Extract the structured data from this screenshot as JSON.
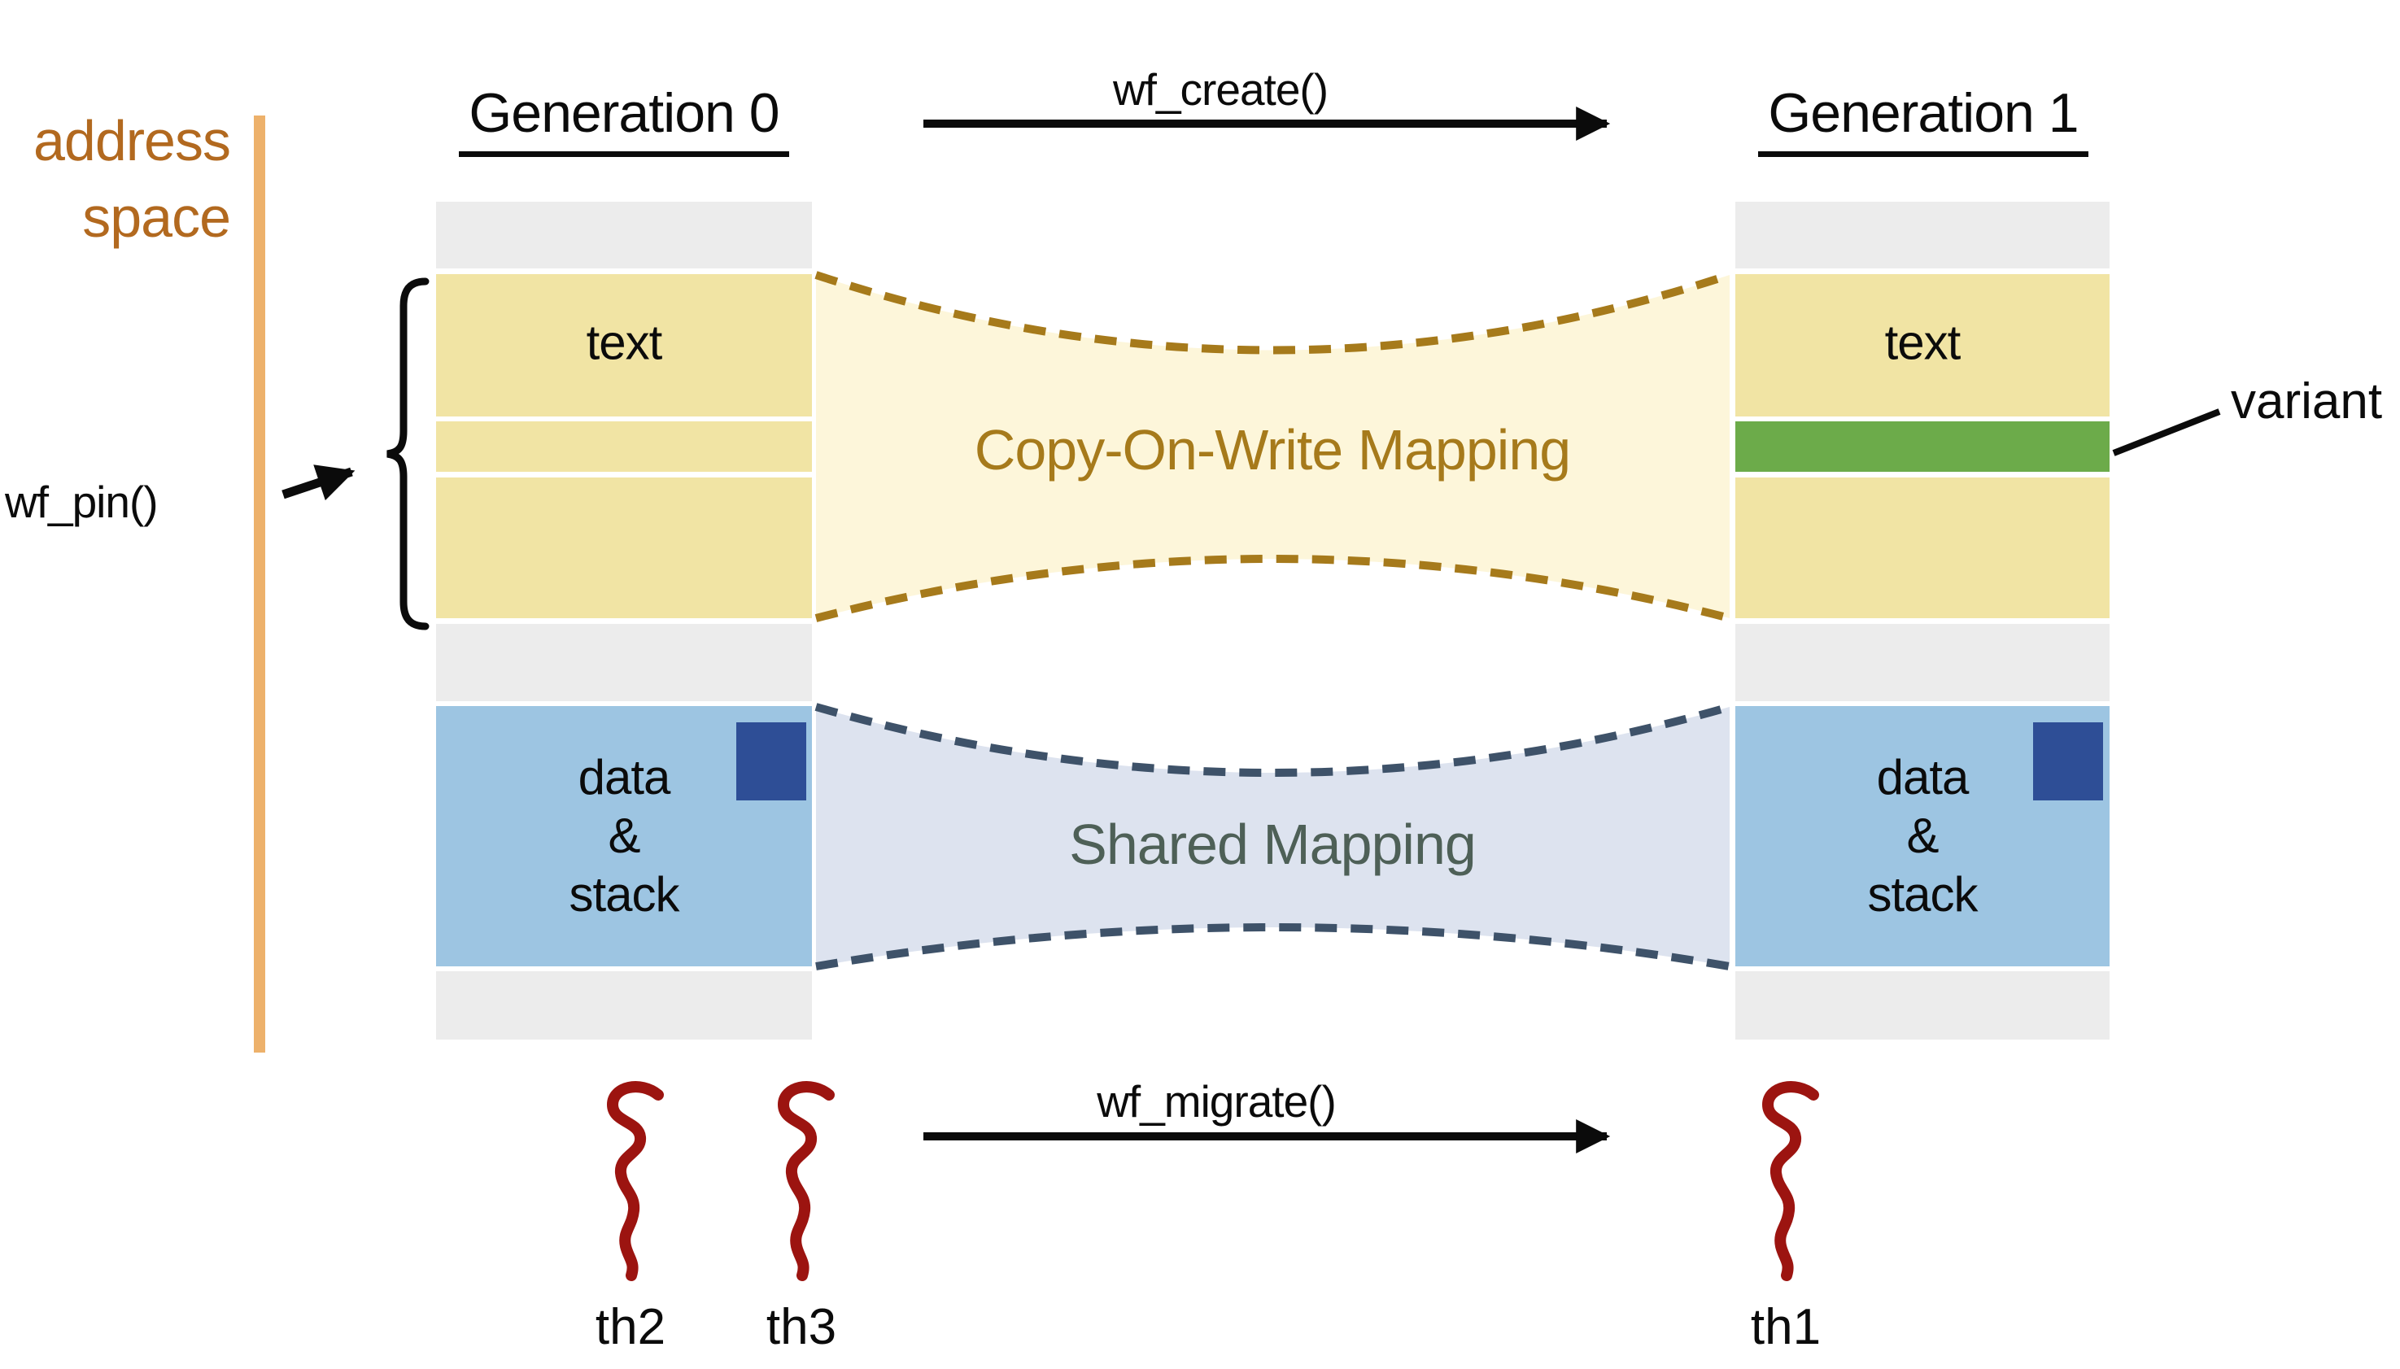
{
  "diagram": {
    "address_space": {
      "line1": "address",
      "line2": "space"
    },
    "generations": {
      "gen0_title": "Generation 0",
      "gen1_title": "Generation 1"
    },
    "operations": {
      "create_label": "wf_create()",
      "migrate_label": "wf_migrate()",
      "pin_label": "wf_pin()"
    },
    "mappings": {
      "cow_label": "Copy-On-Write Mapping",
      "shared_label": "Shared Mapping"
    },
    "segments": {
      "text_label": "text",
      "data_stack_line1": "data",
      "data_stack_line2": "&",
      "data_stack_line3": "stack"
    },
    "variant_label": "variant",
    "threads": {
      "th1": "th1",
      "th2": "th2",
      "th3": "th3"
    },
    "colors": {
      "segment_gray": "#ececec",
      "segment_yellow": "#f1e4a4",
      "segment_blue": "#9dc5e2",
      "segment_green": "#6cab4a",
      "pinned_square_blue": "#2e4e96",
      "cow_fill": "#fdf6da",
      "cow_dash": "#a67a1b",
      "shared_fill": "#dde3ef",
      "shared_dash": "#3e5269",
      "shared_text": "#4e6057",
      "address_line_orange": "#edb16b",
      "address_text_brown": "#b2691f",
      "thread_red": "#9c1410",
      "black": "#0b0b0b"
    }
  }
}
